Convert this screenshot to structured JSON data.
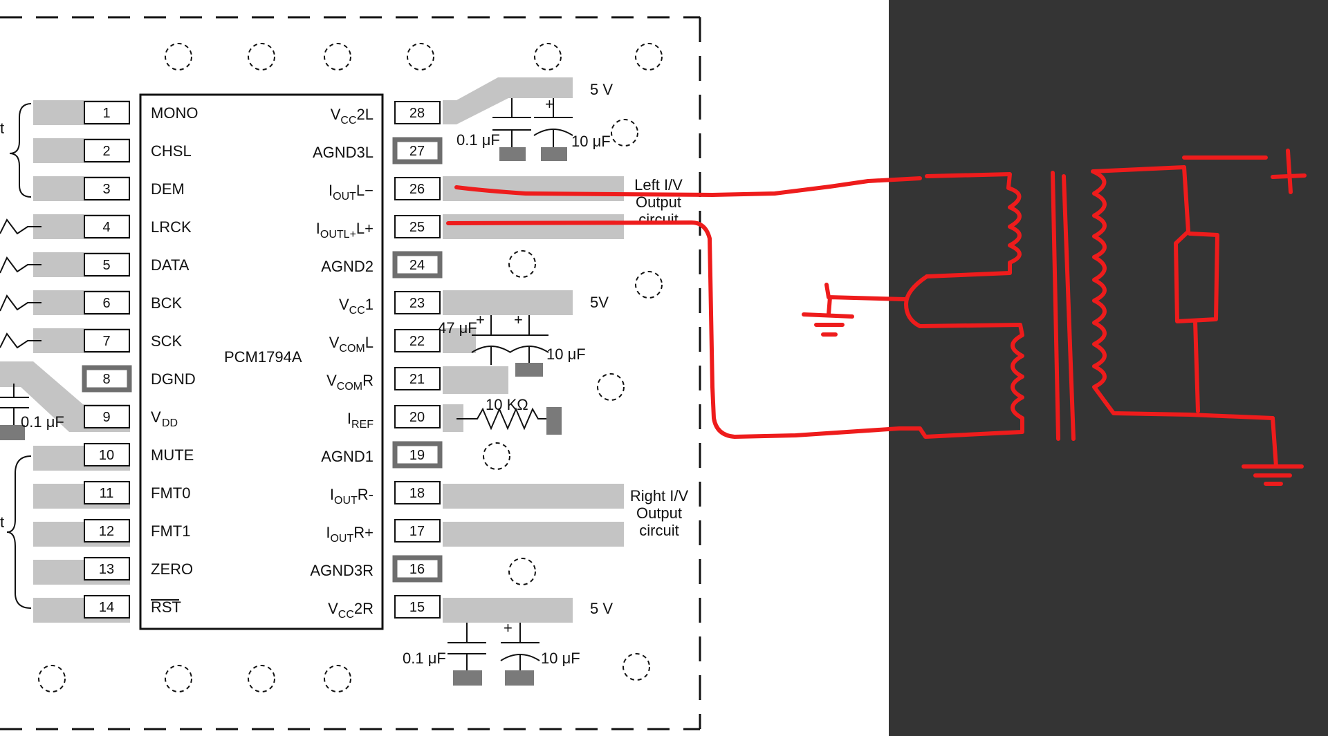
{
  "colors": {
    "background": "#ffffff",
    "dark_panel": "#343434",
    "pad_gray": "#c4c4c4",
    "ground_pad": "#7a7a7a",
    "sketch_red": "#ee1c1c",
    "outline": "#111111"
  },
  "chip": {
    "name": "PCM1794A",
    "left_pins": [
      {
        "num": "1",
        "label": "MONO",
        "sub": ""
      },
      {
        "num": "2",
        "label": "CHSL",
        "sub": ""
      },
      {
        "num": "3",
        "label": "DEM",
        "sub": ""
      },
      {
        "num": "4",
        "label": "LRCK",
        "sub": ""
      },
      {
        "num": "5",
        "label": "DATA",
        "sub": ""
      },
      {
        "num": "6",
        "label": "BCK",
        "sub": ""
      },
      {
        "num": "7",
        "label": "SCK",
        "sub": ""
      },
      {
        "num": "8",
        "label": "DGND",
        "sub": ""
      },
      {
        "num": "9",
        "label": "V",
        "sub": "DD"
      },
      {
        "num": "10",
        "label": "MUTE",
        "sub": ""
      },
      {
        "num": "11",
        "label": "FMT0",
        "sub": ""
      },
      {
        "num": "12",
        "label": "FMT1",
        "sub": ""
      },
      {
        "num": "13",
        "label": "ZERO",
        "sub": ""
      },
      {
        "num": "14",
        "label": "RST",
        "sub": ""
      }
    ],
    "right_pins": [
      {
        "num": "28",
        "pre": "V",
        "sub": "CC",
        "post": "2L"
      },
      {
        "num": "27",
        "pre": "AGND3L",
        "sub": "",
        "post": ""
      },
      {
        "num": "26",
        "pre": "I",
        "sub": "OUT",
        "post": "L−"
      },
      {
        "num": "25",
        "pre": "I",
        "sub": "OUTL+",
        "post": "L+"
      },
      {
        "num": "24",
        "pre": "AGND2",
        "sub": "",
        "post": ""
      },
      {
        "num": "23",
        "pre": "V",
        "sub": "CC",
        "post": "1"
      },
      {
        "num": "22",
        "pre": "V",
        "sub": "COM",
        "post": "L"
      },
      {
        "num": "21",
        "pre": "V",
        "sub": "COM",
        "post": "R"
      },
      {
        "num": "20",
        "pre": "I",
        "sub": "REF",
        "post": ""
      },
      {
        "num": "19",
        "pre": "AGND1",
        "sub": "",
        "post": ""
      },
      {
        "num": "18",
        "pre": "I",
        "sub": "OUT",
        "post": "R-"
      },
      {
        "num": "17",
        "pre": "I",
        "sub": "OUT",
        "post": "R+"
      },
      {
        "num": "16",
        "pre": "AGND3R",
        "sub": "",
        "post": ""
      },
      {
        "num": "15",
        "pre": "V",
        "sub": "CC",
        "post": "2R"
      }
    ]
  },
  "labels": {
    "supply_top": "5 V",
    "cap_top_small": "0.1 μF",
    "cap_top_large": "10 μF",
    "left_iv_line1": "Left I/V",
    "left_iv_line2": "Output",
    "left_iv_line3": "circuit",
    "supply_mid": "5V",
    "cap_47": "47 μF",
    "cap_mid_10": "10 μF",
    "resistor": "10 KΩ",
    "right_iv_line1": "Right I/V",
    "right_iv_line2": "Output",
    "right_iv_line3": "circuit",
    "supply_bottom": "5 V",
    "cap_bottom_small": "0.1 μF",
    "cap_bottom_large": "10 μF",
    "cap_vdd": "0.1 μF",
    "plus": "+",
    "edge_char_top": "t",
    "edge_char_bottom": "t"
  }
}
